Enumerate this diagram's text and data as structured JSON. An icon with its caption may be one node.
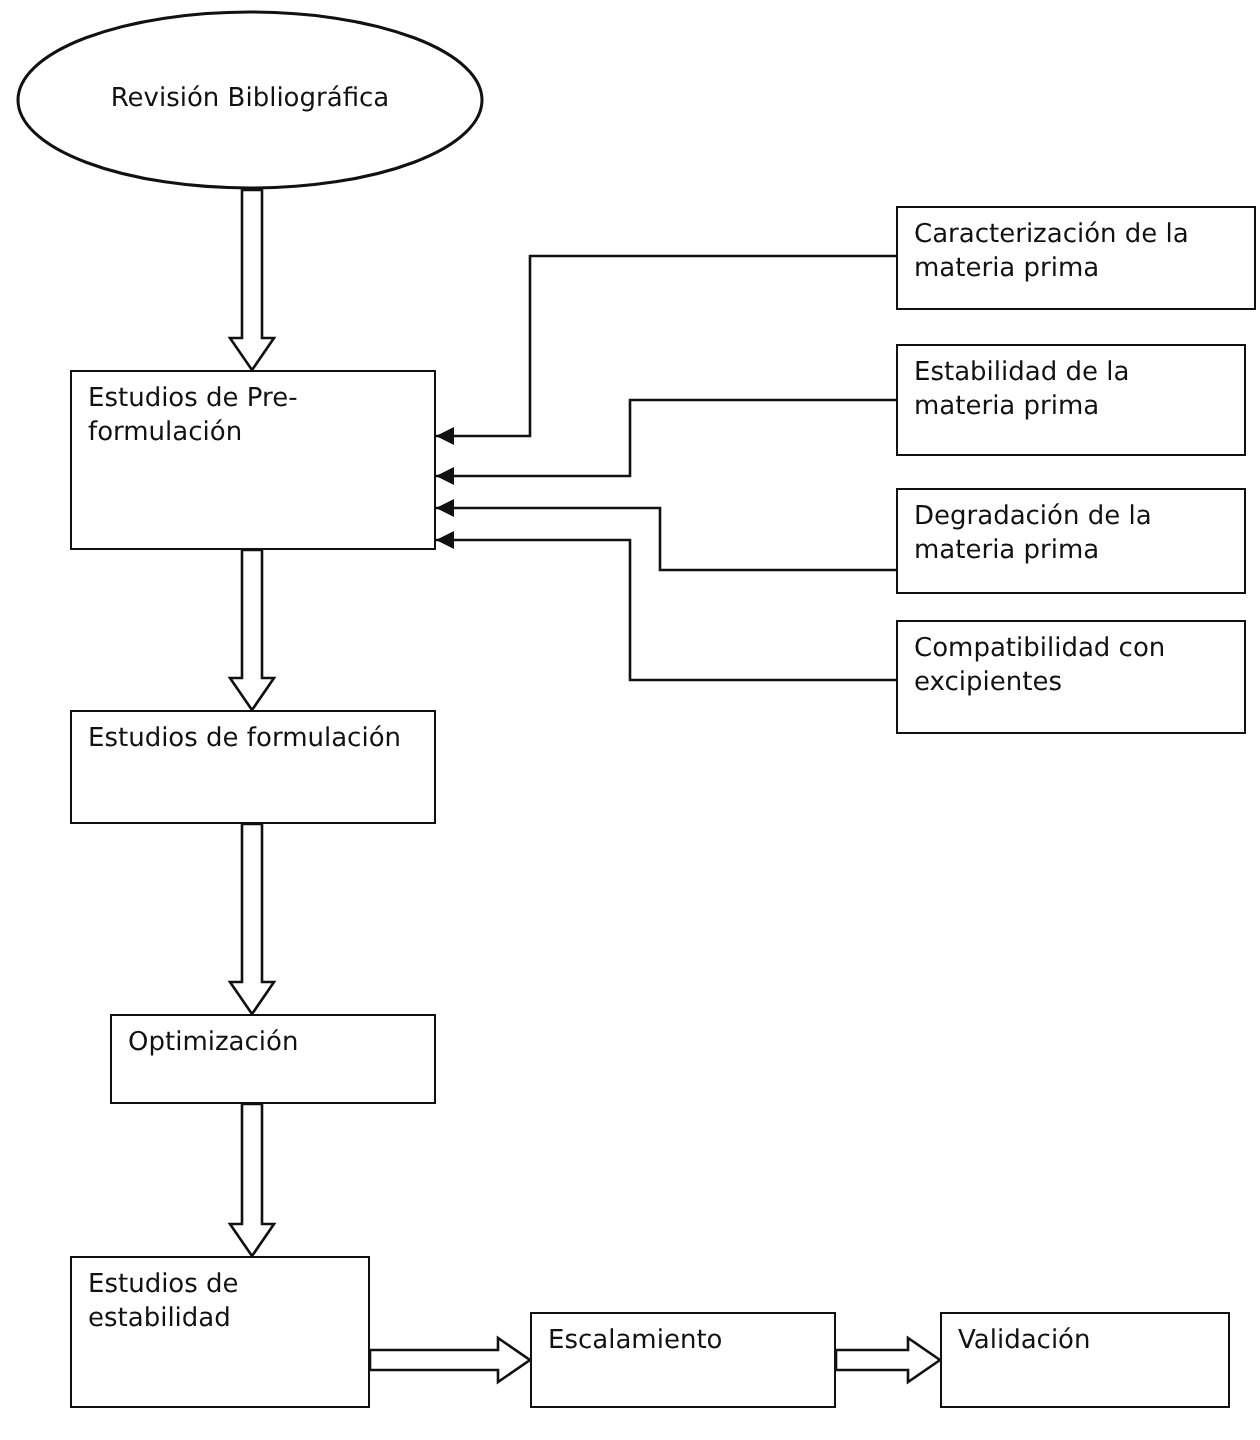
{
  "diagram": {
    "nodes": [
      {
        "text": [
          "Revisión Bibliográfica"
        ]
      },
      {
        "text": [
          "Estudios de Pre-formulación"
        ]
      },
      {
        "text": [
          "Caracterización de la materia prima"
        ]
      },
      {
        "text": [
          "Estabilidad de la materia prima"
        ]
      },
      {
        "text": [
          "Degradación de la materia prima"
        ]
      },
      {
        "text": [
          "Compatibilidad con excipientes"
        ]
      },
      {
        "text": [
          "Estudios de formulación"
        ]
      },
      {
        "text": [
          "Optimización"
        ]
      },
      {
        "text": [
          "Estudios de estabilidad"
        ]
      },
      {
        "text": [
          "Escalamiento"
        ]
      },
      {
        "text": [
          "Validación"
        ]
      }
    ],
    "edges": [
      {
        "from": 0,
        "to": 1,
        "arrow": "to",
        "style": "thick"
      },
      {
        "from": 2,
        "to": 1,
        "arrow": "to"
      },
      {
        "from": 3,
        "to": 1,
        "arrow": "to"
      },
      {
        "from": 4,
        "to": 1,
        "arrow": "to"
      },
      {
        "from": 5,
        "to": 1,
        "arrow": "to"
      },
      {
        "from": 1,
        "to": 6,
        "arrow": "to",
        "style": "thick"
      },
      {
        "from": 6,
        "to": 7,
        "arrow": "to",
        "style": "thick"
      },
      {
        "from": 7,
        "to": 8,
        "arrow": "to",
        "style": "thick"
      },
      {
        "from": 8,
        "to": 9,
        "arrow": "to",
        "style": "thick"
      },
      {
        "from": 9,
        "to": 10,
        "arrow": "to",
        "style": "thick"
      }
    ]
  }
}
